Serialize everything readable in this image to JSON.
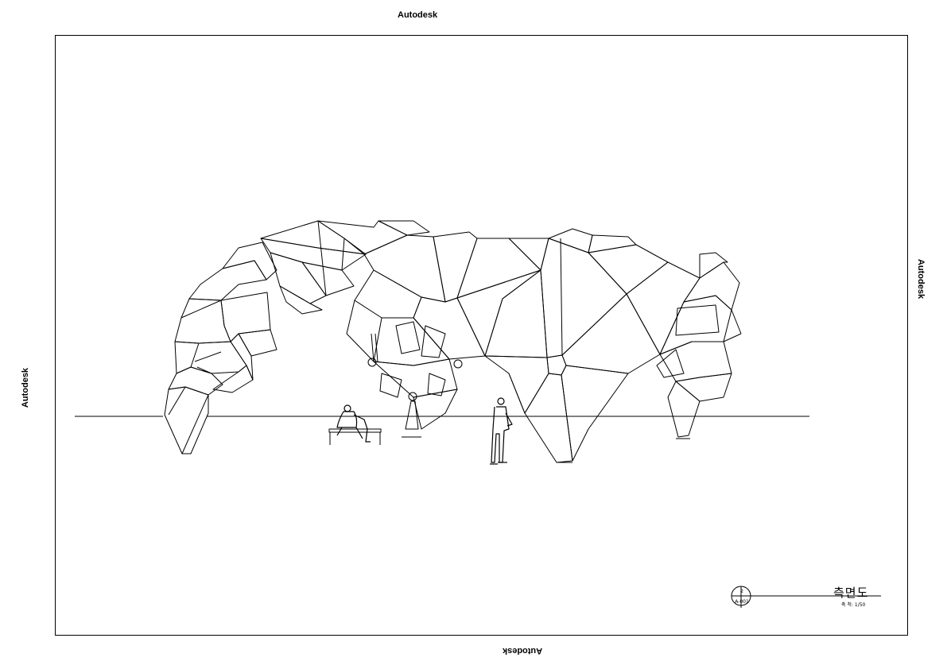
{
  "watermark": {
    "top": "Autodesk",
    "bottom": "Autodesk",
    "left": "Autodesk",
    "right": "Autodesk"
  },
  "title_block": {
    "title": "측면도",
    "scale": "축 척: 1/50",
    "detail_number": "2",
    "sheet_ref": "A-001"
  }
}
